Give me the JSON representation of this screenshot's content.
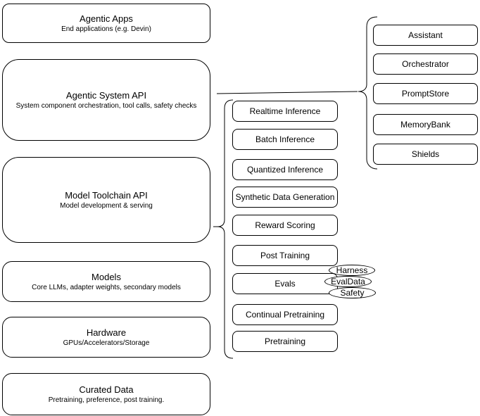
{
  "left_stack": [
    {
      "title": "Agentic Apps",
      "subtitle": "End applications (e.g. Devin)"
    },
    {
      "title": "Agentic System API",
      "subtitle": "System component orchestration, tool calls, safety checks"
    },
    {
      "title": "Model Toolchain API",
      "subtitle": "Model development & serving"
    },
    {
      "title": "Models",
      "subtitle": "Core LLMs, adapter weights, secondary models"
    },
    {
      "title": "Hardware",
      "subtitle": "GPUs/Accelerators/Storage"
    },
    {
      "title": "Curated Data",
      "subtitle": "Pretraining, preference, post training."
    }
  ],
  "toolchain_items": [
    "Realtime Inference",
    "Batch Inference",
    "Quantized Inference",
    "Synthetic Data Generation",
    "Reward Scoring",
    "Post Training",
    "Evals",
    "Continual Pretraining",
    "Pretraining"
  ],
  "eval_tags": [
    "Harness",
    "EvalData",
    "Safety"
  ],
  "system_components": [
    "Assistant",
    "Orchestrator",
    "PromptStore",
    "MemoryBank",
    "Shields"
  ],
  "colors": {
    "stroke": "#000000",
    "fill": "#ffffff",
    "text": "#000000"
  }
}
